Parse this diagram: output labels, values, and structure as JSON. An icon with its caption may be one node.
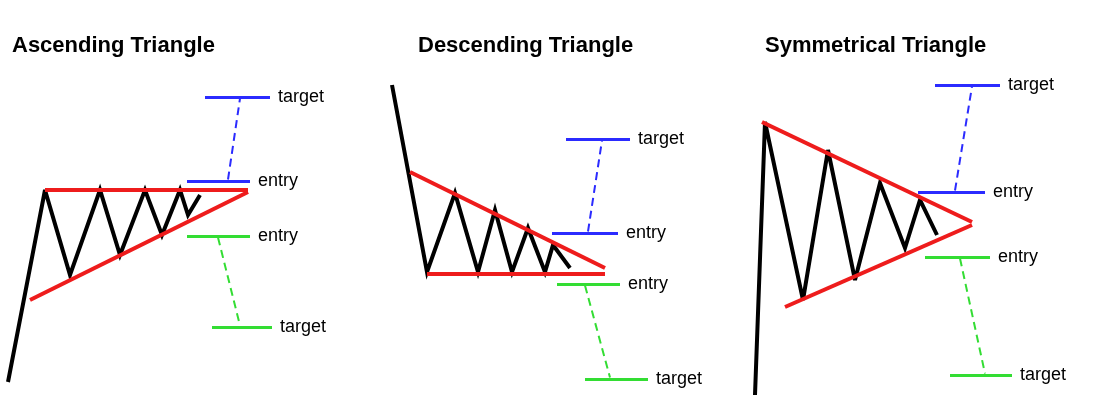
{
  "diagram": {
    "nodes": [
      {
        "text": [],
        "shape": "bar",
        "beside": [
          "target"
        ]
      },
      {
        "text": [],
        "shape": "bar",
        "beside": [
          "entry"
        ]
      },
      {
        "text": [],
        "shape": "bar",
        "beside": [
          "entry"
        ]
      },
      {
        "text": [],
        "shape": "bar",
        "beside": [
          "target"
        ]
      },
      {
        "text": [],
        "shape": "bar",
        "beside": [
          "target"
        ]
      },
      {
        "text": [],
        "shape": "bar",
        "beside": [
          "entry"
        ]
      },
      {
        "text": [],
        "shape": "bar",
        "beside": [
          "entry"
        ]
      },
      {
        "text": [],
        "shape": "bar",
        "beside": [
          "target"
        ]
      },
      {
        "text": [],
        "shape": "bar",
        "beside": [
          "target"
        ]
      },
      {
        "text": [],
        "shape": "bar",
        "beside": [
          "entry"
        ]
      },
      {
        "text": [],
        "shape": "bar",
        "beside": [
          "entry"
        ]
      },
      {
        "text": [],
        "shape": "bar",
        "beside": [
          "target"
        ]
      }
    ],
    "edges": [
      {
        "from": 1,
        "to": 0,
        "arrow": "none",
        "style": "dashed",
        "color": "#2b2bff"
      },
      {
        "from": 2,
        "to": 3,
        "arrow": "none",
        "style": "dashed",
        "color": "#33dd33"
      },
      {
        "from": 5,
        "to": 4,
        "arrow": "none",
        "style": "dashed",
        "color": "#2b2bff"
      },
      {
        "from": 6,
        "to": 7,
        "arrow": "none",
        "style": "dashed",
        "color": "#33dd33"
      },
      {
        "from": 9,
        "to": 8,
        "arrow": "none",
        "style": "dashed",
        "color": "#2b2bff"
      },
      {
        "from": 10,
        "to": 11,
        "arrow": "none",
        "style": "dashed",
        "color": "#33dd33"
      }
    ],
    "labels": [
      "Ascending Triangle",
      "Descending Triangle",
      "Symmetrical Triangle"
    ]
  }
}
